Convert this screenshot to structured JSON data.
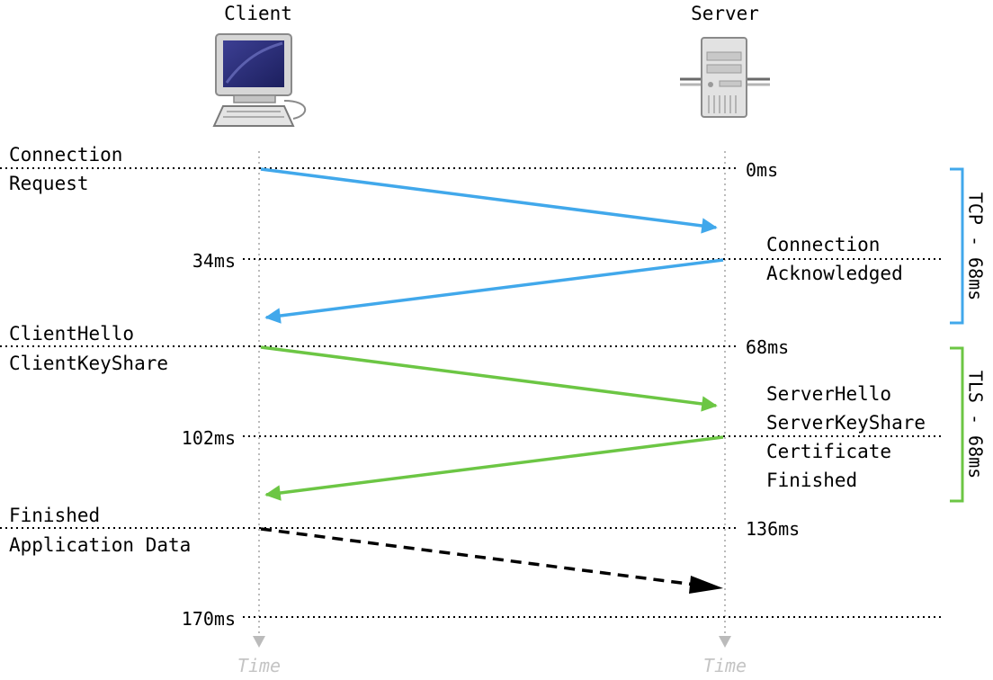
{
  "endpoints": {
    "client": "Client",
    "server": "Server",
    "time_label": "Time"
  },
  "timestamps": {
    "t0": "0ms",
    "t34": "34ms",
    "t68": "68ms",
    "t102": "102ms",
    "t136": "136ms",
    "t170": "170ms"
  },
  "messages": {
    "connection_request_1": "Connection",
    "connection_request_2": "Request",
    "connection_ack_1": "Connection",
    "connection_ack_2": "Acknowledged",
    "client_hello": "ClientHello",
    "client_key_share": "ClientKeyShare",
    "server_hello": "ServerHello",
    "server_key_share": "ServerKeyShare",
    "certificate": "Certificate",
    "server_finished": "Finished",
    "client_finished": "Finished",
    "application_data": "Application Data"
  },
  "phases": {
    "tcp": "TCP - 68ms",
    "tls": "TLS - 68ms"
  },
  "colors": {
    "tcp": "#41a8eb",
    "tls": "#6cc644",
    "app_data": "#000000",
    "timeline": "#bbbbbb"
  },
  "icons": {
    "client": "desktop-computer-icon",
    "server": "server-tower-icon"
  }
}
